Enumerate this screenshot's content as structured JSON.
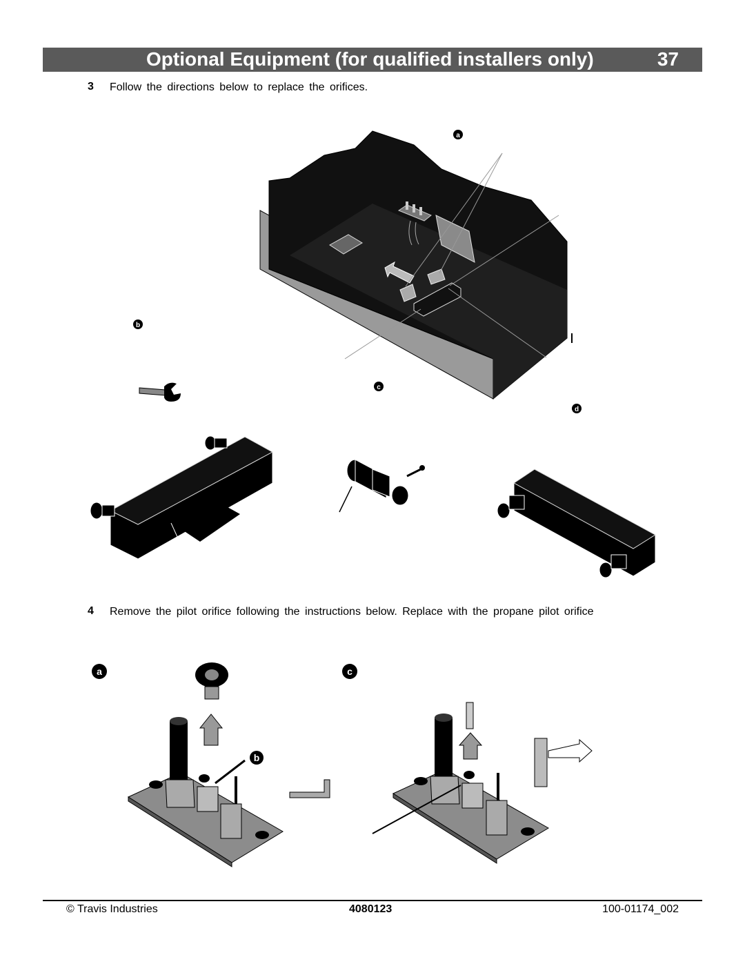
{
  "header": {
    "title": "Optional Equipment  (for qualified installers only)",
    "page_number": "37"
  },
  "steps": [
    {
      "number": "3",
      "text": "Follow the directions below to replace the orifices."
    },
    {
      "number": "4",
      "text": "Remove the pilot orifice following the instructions below.  Replace with the propane pilot orifice"
    }
  ],
  "figure_top": {
    "callouts": {
      "a": "a",
      "b": "b",
      "c": "c",
      "d": "d"
    }
  },
  "figure_bottom": {
    "callouts": {
      "a": "a",
      "b": "b",
      "c": "c"
    }
  },
  "icons": [
    "wrench-icon",
    "hex-key-icon",
    "arrow-icon"
  ],
  "colors": {
    "header_bg": "#5a5a5a",
    "header_text": "#ffffff",
    "firebox": "#111111",
    "panel_gray": "#9a9a9a"
  },
  "footer": {
    "left": "© Travis Industries",
    "center": "4080123",
    "right": "100-01174_002"
  }
}
